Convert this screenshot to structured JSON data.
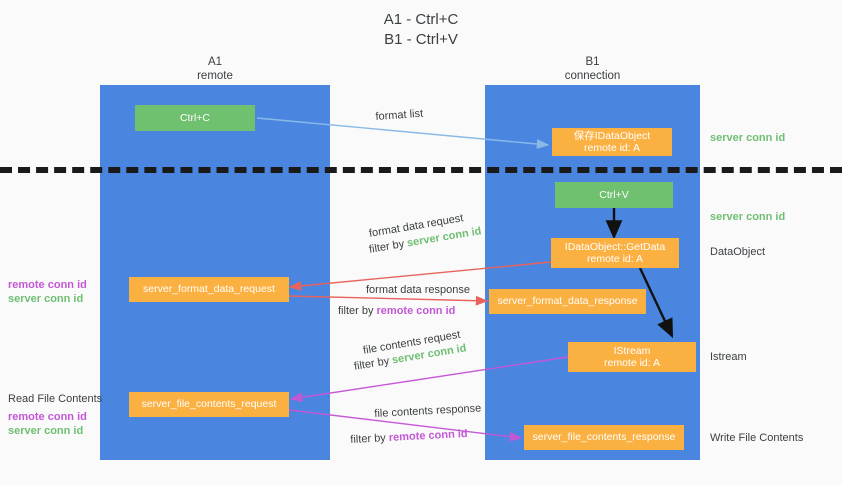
{
  "title": {
    "line1": "A1 - Ctrl+C",
    "line2": "B1 - Ctrl+V"
  },
  "lanes": [
    {
      "name": "A1",
      "sub": "remote"
    },
    {
      "name": "B1",
      "sub": "connection"
    }
  ],
  "nodes": {
    "ctrl_c": "Ctrl+C",
    "save_idataobject_l1": "保存IDataObject",
    "save_idataobject_l2": "remote id: A",
    "ctrl_v": "Ctrl+V",
    "getdata_l1": "IDataObject::GetData",
    "getdata_l2": "remote id: A",
    "istream_l1": "IStream",
    "istream_l2": "remote id: A",
    "server_format_data_request": "server_format_data_request",
    "server_format_data_response": "server_format_data_response",
    "server_file_contents_request": "server_file_contents_request",
    "server_file_contents_response": "server_file_contents_response"
  },
  "edge_labels": {
    "format_list": "format list",
    "format_data_request": "format data request",
    "format_data_request_filter_prefix": "filter by ",
    "format_data_request_filter_key": "server conn id",
    "format_data_response": "format data response",
    "format_data_response_filter_prefix": "filter by ",
    "format_data_response_filter_key": "remote conn id",
    "file_contents_request": "file contents request",
    "file_contents_request_filter_prefix": "filter by ",
    "file_contents_request_filter_key": "server conn id",
    "file_contents_response": "file contents response",
    "file_contents_response_filter_prefix": "filter by ",
    "file_contents_response_filter_key": "remote conn id"
  },
  "right_labels": {
    "server_conn_id_top": "server conn id",
    "server_conn_id_mid": "server conn id",
    "dataobject": "DataObject",
    "istream": "Istream",
    "write_file_contents": "Write File Contents"
  },
  "left_labels": {
    "conn_ids_remote_1": "remote conn id",
    "conn_ids_server_1": "server conn id",
    "read_file_contents": "Read File Contents",
    "conn_ids_remote_2": "remote conn id",
    "conn_ids_server_2": "server conn id"
  },
  "colors": {
    "lane": "#4a86e0",
    "green_node": "#6fc06f",
    "orange_node": "#fbb042",
    "blue_arrow": "#8ab9e8",
    "red_arrow": "#e8635c",
    "magenta_arrow": "#c457d6",
    "black_arrow": "#111111",
    "server_conn_text": "#6fbf73",
    "remote_conn_text": "#c457d6",
    "background": "#fafafa"
  }
}
